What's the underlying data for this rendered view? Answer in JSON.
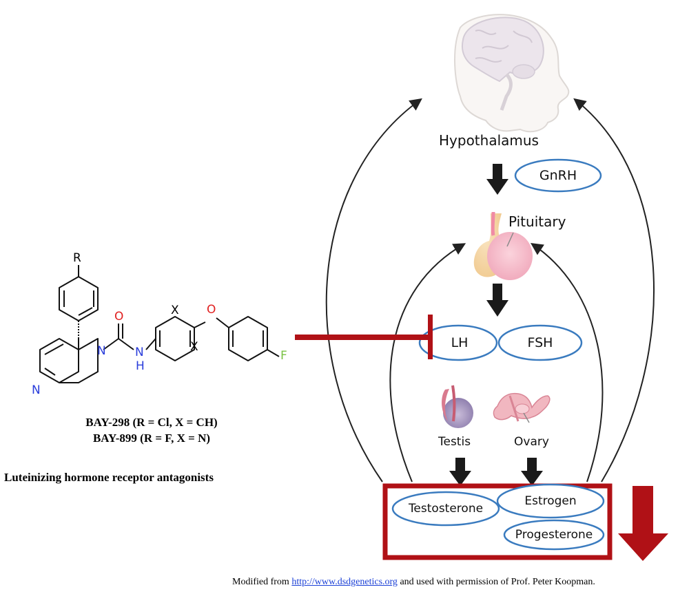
{
  "chemistry": {
    "atoms": {
      "r": "R",
      "o": "O",
      "n_amide": "N",
      "nh_n": "N",
      "nh_h": "H",
      "x_top": "X",
      "x_bottom": "X",
      "o_ether": "O",
      "f": "F",
      "n_pyridine": "N"
    },
    "compound1": "BAY-298 (R = Cl, X = CH)",
    "compound2": "BAY-899 (R = F, X = N)",
    "class_label": "Luteinizing hormone receptor antagonists"
  },
  "axis": {
    "hypothalamus": "Hypothalamus",
    "gnrh": "GnRH",
    "pituitary": "Pituitary",
    "lh": "LH",
    "fsh": "FSH",
    "testis": "Testis",
    "ovary": "Ovary",
    "testosterone": "Testosterone",
    "estrogen": "Estrogen",
    "progesterone": "Progesterone"
  },
  "footer": {
    "prefix": "Modified from",
    "link": "http://www.dsdgenetics.org",
    "suffix": "and used with permission of Prof. Peter Koopman."
  },
  "colors": {
    "inhibit_red": "#b01116",
    "ellipse_blue": "#3a7bbf",
    "link_blue": "#1a3fd6",
    "oxygen_red": "#e02020",
    "nitrogen_blue": "#2a3ddb",
    "fluorine_green": "#7ac143"
  },
  "icons": [
    "brain-head-icon",
    "pituitary-icon",
    "testis-icon",
    "ovary-icon"
  ]
}
